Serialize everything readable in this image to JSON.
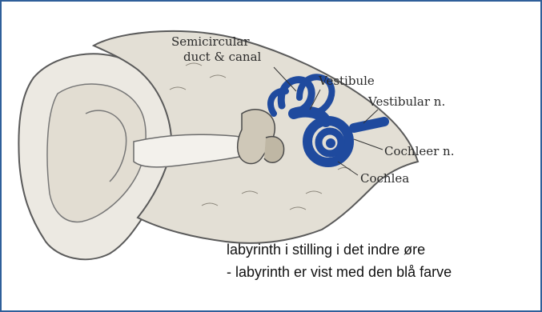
{
  "figure": {
    "labels": {
      "semicircular": [
        "Semicircular",
        "duct & canal"
      ],
      "vestibule": "Vestibule",
      "vestibular_n": "Vestibular n.",
      "cochleer_n": "Cochleer n.",
      "cochlea": "Cochlea"
    },
    "caption": {
      "line1": "labyrinth i stilling i det indre øre",
      "line2": "- labyrinth er vist med den blå farve"
    }
  },
  "colors": {
    "border": "#2f5f9a",
    "labyrinth_blue": "#1f4a9e",
    "tissue": "#e9e6de",
    "bone": "#d8d3c6",
    "ink": "#2a2a2a"
  }
}
